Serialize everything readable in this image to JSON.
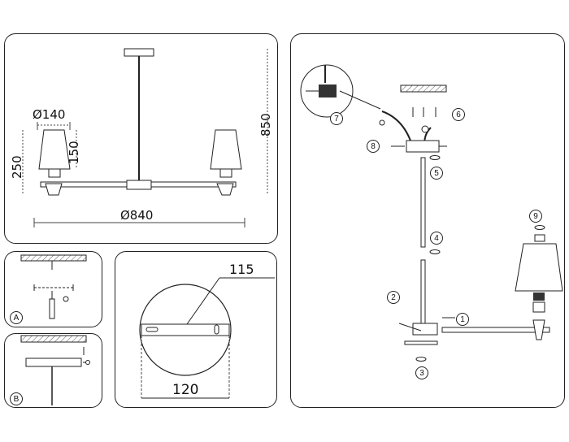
{
  "overview": {
    "dim_shade_width": "Ø140",
    "dim_shade_height": "150",
    "dim_arm_height": "250",
    "dim_total_height": "850",
    "dim_span": "Ø840"
  },
  "panel_a": {
    "label": "A"
  },
  "panel_b": {
    "label": "B"
  },
  "canopy_detail": {
    "dim_slot": "115",
    "dim_diameter": "120"
  },
  "assembly": {
    "steps": [
      "1",
      "2",
      "3",
      "4",
      "5",
      "6",
      "7",
      "8",
      "9"
    ]
  }
}
